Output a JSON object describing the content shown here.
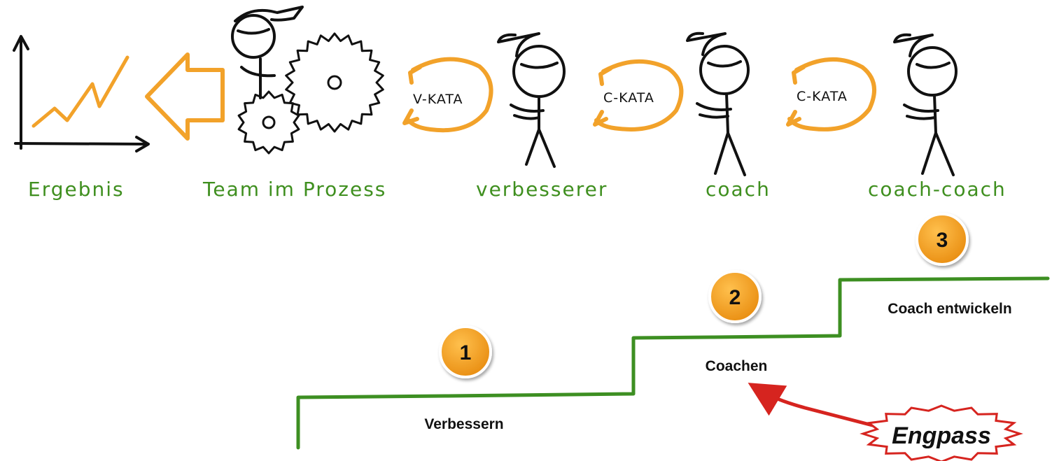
{
  "labels": {
    "ergebnis": "Ergebnis",
    "team": "Team im Prozess",
    "verbesserer": "verbesserer",
    "coach": "coach",
    "coach_coach": "coach-coach"
  },
  "katas": {
    "v_kata": "V-KATA",
    "c_kata_1": "C-KATA",
    "c_kata_2": "C-KATA"
  },
  "steps": [
    {
      "number": "1",
      "label": "Verbessern"
    },
    {
      "number": "2",
      "label": "Coachen"
    },
    {
      "number": "3",
      "label": "Coach entwickeln"
    }
  ],
  "bottleneck": "Engpass",
  "colors": {
    "green_text": "#3f8f1f",
    "orange": "#f2a22a",
    "step_line": "#3d8f22",
    "badge": "#f4a020",
    "arrow_red": "#d6241f"
  }
}
